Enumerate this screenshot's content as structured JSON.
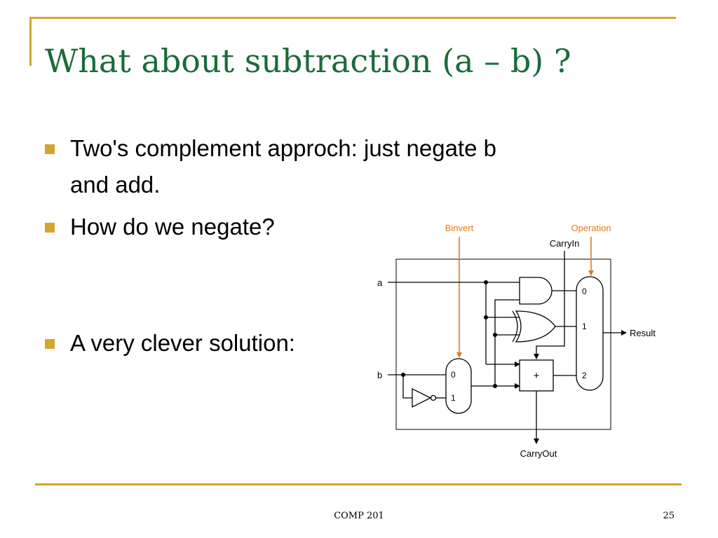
{
  "slide": {
    "title": "What about subtraction  (a – b)  ?",
    "bullets": [
      "Two's complement approch:  just negate b",
      "and add.",
      "How do we negate?",
      "A very clever solution:"
    ],
    "footer": {
      "course": "COMP 201",
      "page": "25"
    },
    "colors": {
      "accent": "#d4a531",
      "title": "#1b6b3a",
      "control_label": "#e07b1f"
    }
  },
  "diagram": {
    "control_labels": {
      "binvert": "Binvert",
      "operation": "Operation"
    },
    "signals": {
      "carry_in": "CarryIn",
      "carry_out": "CarryOut",
      "a": "a",
      "b": "b",
      "result": "Result"
    },
    "b_mux": {
      "in0": "0",
      "in1": "1"
    },
    "op_mux": {
      "in0": "0",
      "in1": "1",
      "in2": "2"
    },
    "adder_symbol": "+",
    "gate_icons": [
      "and-gate-icon",
      "or-gate-icon",
      "inverter-icon",
      "adder-icon",
      "multiplexer-icon"
    ]
  }
}
